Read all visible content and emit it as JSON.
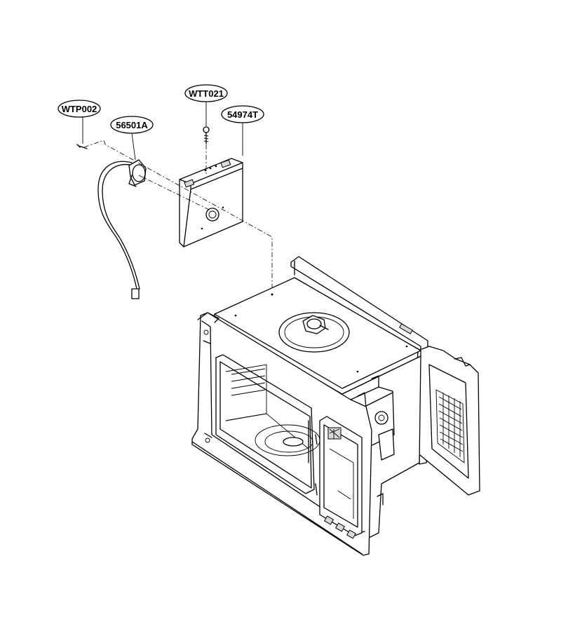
{
  "callouts": [
    {
      "id": "wtp002",
      "label": "WTP002"
    },
    {
      "id": "56501a",
      "label": "56501A"
    },
    {
      "id": "wtt021",
      "label": "WTT021"
    },
    {
      "id": "54974t",
      "label": "54974T"
    }
  ]
}
